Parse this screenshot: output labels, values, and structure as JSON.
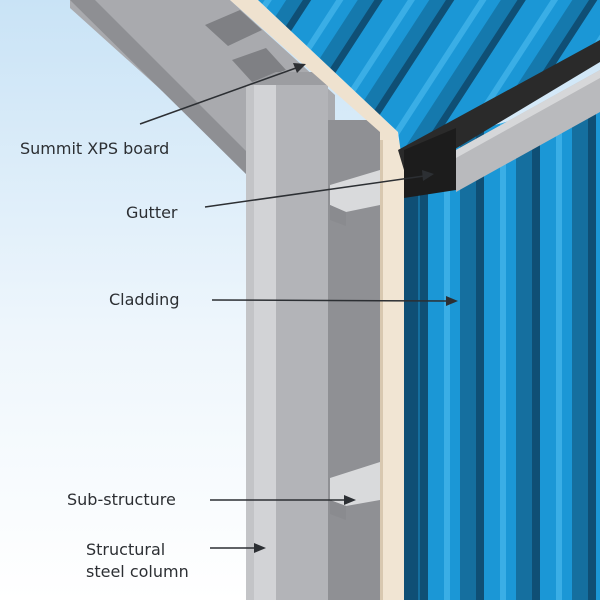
{
  "labels": {
    "xps_board": "Summit XPS board",
    "gutter": "Gutter",
    "cladding": "Cladding",
    "sub_structure": "Sub-structure",
    "column_line1": "Structural",
    "column_line2": "steel column"
  },
  "colors": {
    "cladding_blue": "#1b97d6",
    "cladding_dark": "#135f8b",
    "steel_grey": "#b3b4b8",
    "xps_board": "#efe2cf",
    "gutter_dark": "#2a2a2a",
    "sky_top": "#cfe6f7"
  }
}
